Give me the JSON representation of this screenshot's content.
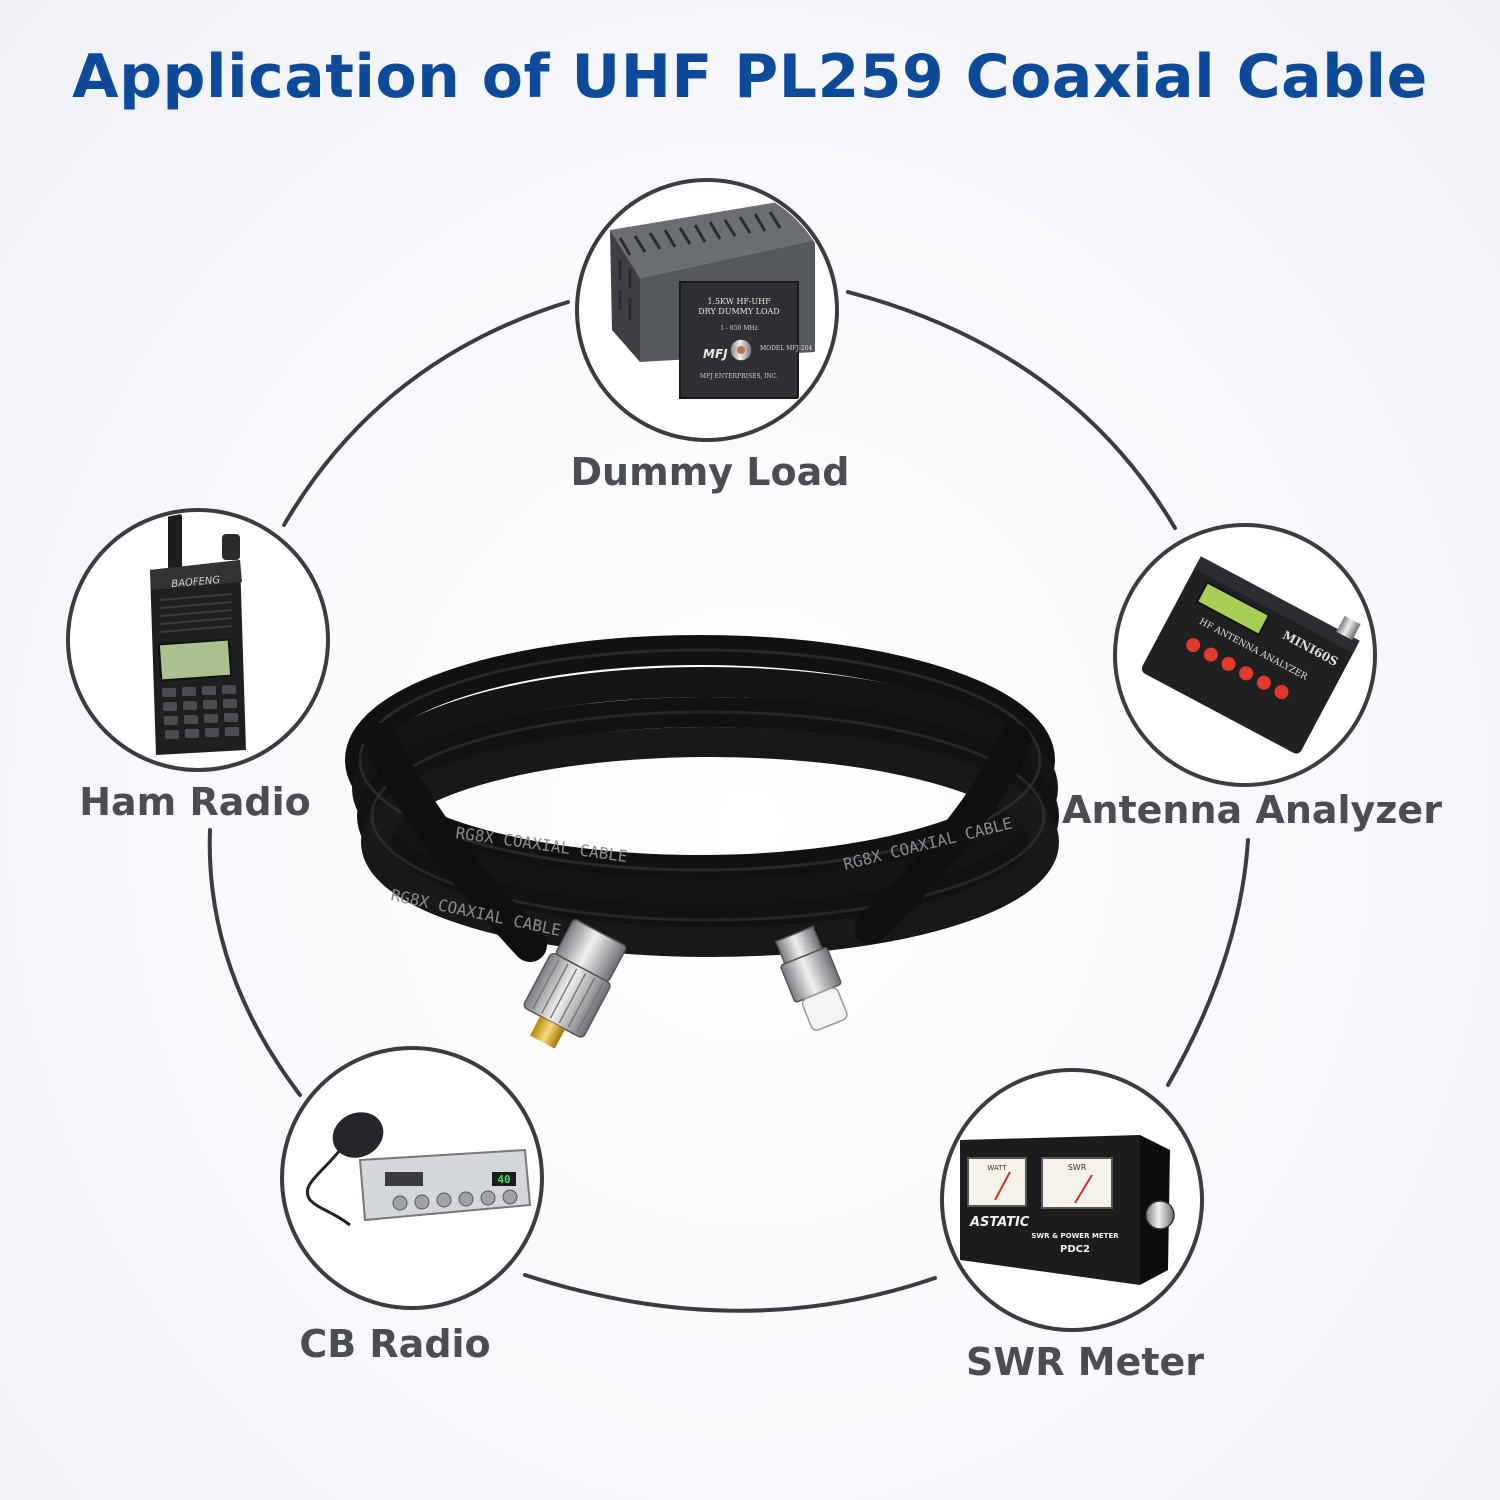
{
  "title": "Application of UHF PL259 Coaxial Cable",
  "colors": {
    "title": "#0e4a9a",
    "label": "#4a4d52",
    "ring": "#3a3c40"
  },
  "cable_text": {
    "a": "RG8X COAXIAL CABLE",
    "b": "RG8X COAXIAL CABLE",
    "c": "RG8X COAXIAL CABLE"
  },
  "devices": {
    "dummy_load": {
      "label": "Dummy Load",
      "icon": "dummy-load-icon",
      "text1": "1.5KW HF-UHF",
      "text2": "DRY DUMMY LOAD",
      "text3": "1 - 650 MHz",
      "brand": "MFJ",
      "model": "MODEL MFJ-264",
      "maker": "MFJ ENTERPRISES, INC."
    },
    "ham_radio": {
      "label": "Ham Radio",
      "icon": "walkie-talkie-icon",
      "brand": "BAOFENG"
    },
    "antenna_analyzer": {
      "label": "Antenna Analyzer",
      "icon": "antenna-analyzer-icon",
      "brand": "MINI60S",
      "text1": "HF ANTENNA ANALYZER"
    },
    "cb_radio": {
      "label": "CB Radio",
      "icon": "cb-radio-icon",
      "display": "40"
    },
    "swr_meter": {
      "label": "SWR Meter",
      "icon": "swr-meter-icon",
      "brand": "ASTATIC",
      "text1": "SWR & POWER METER",
      "model": "PDC2",
      "meter1": "WATT",
      "meter2": "SWR"
    }
  }
}
